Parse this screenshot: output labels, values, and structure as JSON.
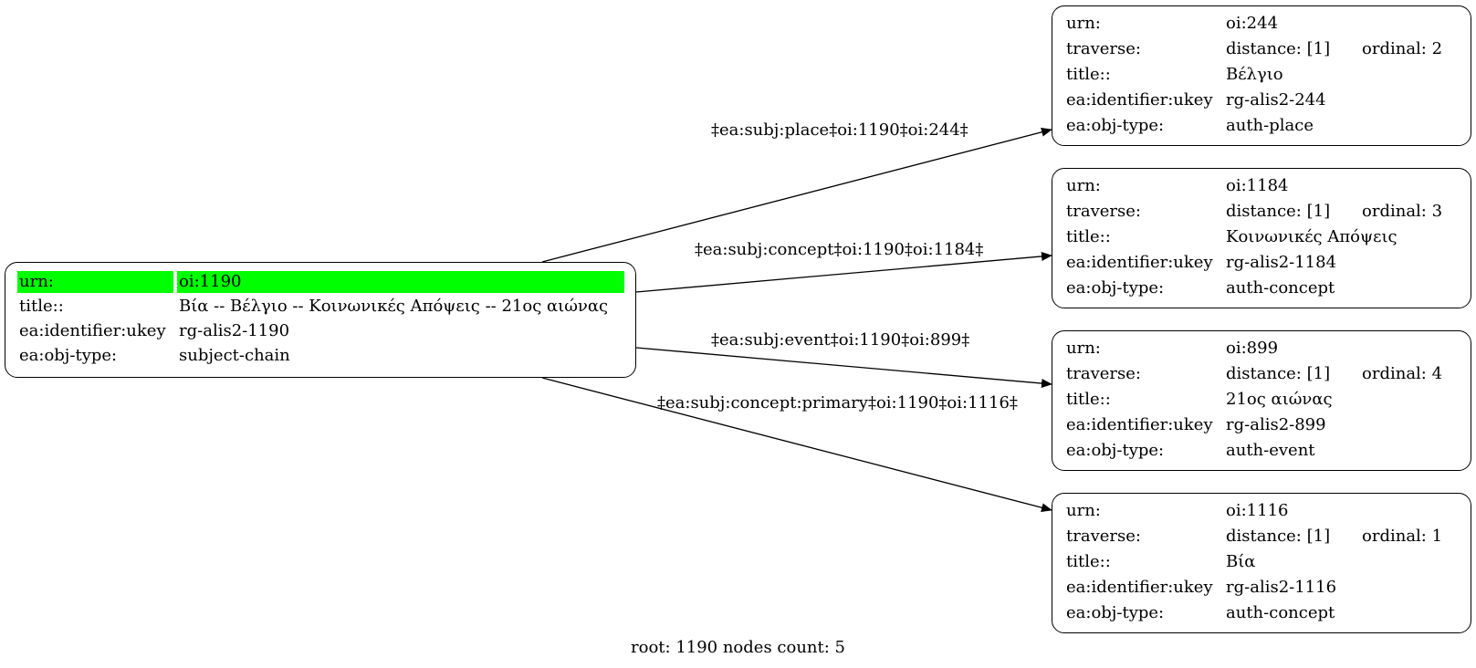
{
  "root_node": {
    "rows": [
      {
        "key": "urn:",
        "value": "oi:1190"
      },
      {
        "key": "title::",
        "value": "Βία -- Βέλγιο -- Κοινωνικές Απόψεις -- 21ος αιώνας"
      },
      {
        "key": "ea:identifier:ukey",
        "value": "rg-alis2-1190"
      },
      {
        "key": "ea:obj-type:",
        "value": "subject-chain"
      }
    ]
  },
  "nodes": [
    {
      "urn": "oi:244",
      "traverse": {
        "distance": "distance: [1]",
        "ordinal": "ordinal: 2"
      },
      "title": "Βέλγιο",
      "ukey": "rg-alis2-244",
      "obj_type": "auth-place"
    },
    {
      "urn": "oi:1184",
      "traverse": {
        "distance": "distance: [1]",
        "ordinal": "ordinal: 3"
      },
      "title": "Κοινωνικές Απόψεις",
      "ukey": "rg-alis2-1184",
      "obj_type": "auth-concept"
    },
    {
      "urn": "oi:899",
      "traverse": {
        "distance": "distance: [1]",
        "ordinal": "ordinal: 4"
      },
      "title": "21ος αιώνας",
      "ukey": "rg-alis2-899",
      "obj_type": "auth-event"
    },
    {
      "urn": "oi:1116",
      "traverse": {
        "distance": "distance: [1]",
        "ordinal": "ordinal: 1"
      },
      "title": "Βία",
      "ukey": "rg-alis2-1116",
      "obj_type": "auth-concept"
    }
  ],
  "field_labels": {
    "urn": "urn:",
    "traverse": "traverse:",
    "title": "title::",
    "ukey": "ea:identifier:ukey",
    "obj_type": "ea:obj-type:"
  },
  "edges": [
    {
      "label": "‡ea:subj:place‡oi:1190‡oi:244‡"
    },
    {
      "label": "‡ea:subj:concept‡oi:1190‡oi:1184‡"
    },
    {
      "label": "‡ea:subj:event‡oi:1190‡oi:899‡"
    },
    {
      "label": "‡ea:subj:concept:primary‡oi:1190‡oi:1116‡"
    }
  ],
  "footer": "root: 1190 nodes count: 5",
  "colors": {
    "highlight": "#00ff00",
    "stroke": "#000000"
  }
}
